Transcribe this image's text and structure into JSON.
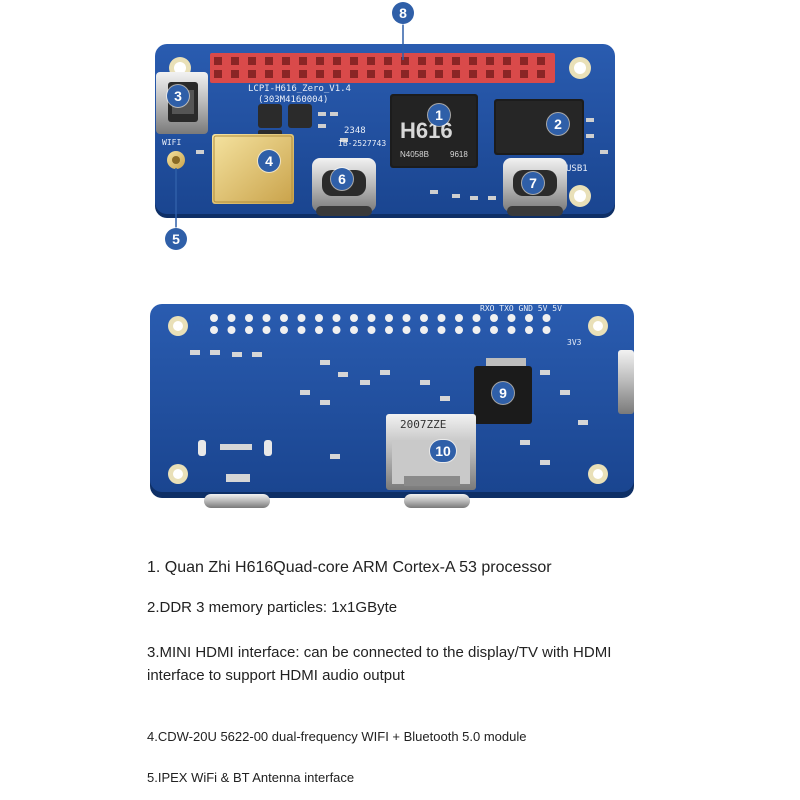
{
  "markers": [
    "1",
    "2",
    "3",
    "4",
    "5",
    "6",
    "7",
    "8",
    "9",
    "10"
  ],
  "board_silkscreen": {
    "model": "LCPI-H616_Zero_V1.4",
    "serial": "(303M4160004)",
    "date_code": "2348",
    "lot": "IB-2527743",
    "usb_label": "USB1",
    "wifi_label": "WIFI",
    "uart_header": "RXO TXO GND 5V 5V",
    "pin_3v3": "3V3"
  },
  "chips": {
    "soc_marking": "H616",
    "soc_sub": "N4058B",
    "soc_sub2": "9618",
    "sd_slot_text": "2007ZZE"
  },
  "descriptions": {
    "line1": "1. Quan Zhi H616Quad-core ARM Cortex-A 53 processor",
    "line2": "2.DDR 3 memory particles: 1x1GByte",
    "line3a": "3.MINI HDMI interface: can be connected to the display/TV with HDMI",
    "line3b": "interface to support HDMI audio output",
    "line4": "4.CDW-20U 5622-00 dual-frequency WIFI + Bluetooth 5.0 module",
    "line5": "5.IPEX WiFi & BT Antenna interface"
  },
  "colors": {
    "pcb_blue": "#1f4fa0",
    "header_red": "#d94a4a",
    "marker_blue": "#2f5fa8",
    "text_dark": "#222222"
  }
}
